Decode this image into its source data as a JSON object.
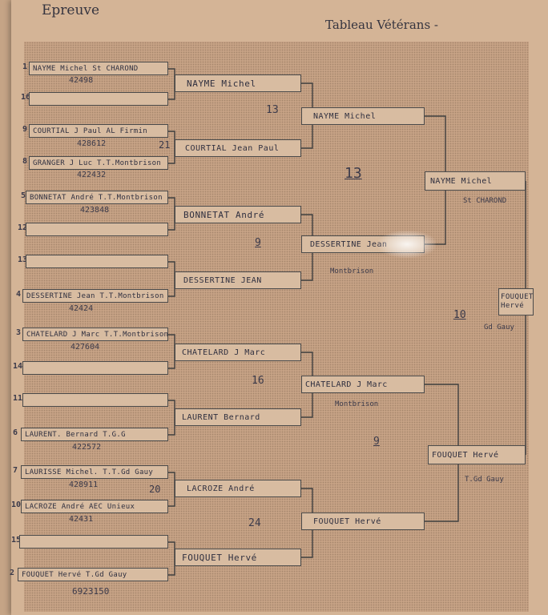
{
  "header": {
    "epreuve": "Epreuve",
    "tableau": "Tableau Vétérans -"
  },
  "round1": [
    {
      "seed": "1",
      "name": "NAYME Michel  St CHAROND",
      "licence": "42498"
    },
    {
      "seed": "16",
      "name": "",
      "licence": ""
    },
    {
      "seed": "9",
      "name": "COURTIAL J Paul AL Firmin",
      "licence": "428612"
    },
    {
      "seed": "8",
      "name": "GRANGER J Luc T.T.Montbrison",
      "licence": "422432"
    },
    {
      "seed": "5",
      "name": "BONNETAT André T.T.Montbrison",
      "licence": "423848"
    },
    {
      "seed": "12",
      "name": "",
      "licence": ""
    },
    {
      "seed": "13",
      "name": "",
      "licence": ""
    },
    {
      "seed": "4",
      "name": "DESSERTINE Jean T.T.Montbrison",
      "licence": "42424"
    },
    {
      "seed": "3",
      "name": "CHATELARD J Marc T.T.Montbrison",
      "licence": "427604"
    },
    {
      "seed": "14",
      "name": "",
      "licence": ""
    },
    {
      "seed": "11",
      "name": "",
      "licence": ""
    },
    {
      "seed": "6",
      "name": "LAURENT. Bernard T.G.G",
      "licence": "422572"
    },
    {
      "seed": "7",
      "name": "LAURISSE Michel. T.T.Gd Gauy",
      "licence": "428911"
    },
    {
      "seed": "10",
      "name": "LACROZE André AEC Unieux",
      "licence": "42431"
    },
    {
      "seed": "15",
      "name": "",
      "licence": ""
    },
    {
      "seed": "2",
      "name": "FOUQUET Hervé T.Gd Gauy",
      "licence": "6923150"
    }
  ],
  "round2": [
    "NAYME Michel",
    "COURTIAL Jean Paul",
    "BONNETAT André",
    "DESSERTINE JEAN",
    "CHATELARD J Marc",
    "LAURENT Bernard",
    "LACROZE André",
    "FOUQUET Hervé"
  ],
  "round3": [
    "NAYME Michel",
    "DESSERTINE Jean",
    "CHATELARD J Marc",
    "FOUQUET Hervé"
  ],
  "semis": [
    "NAYME Michel",
    "FOUQUET Hervé"
  ],
  "final": "FOUQUET Hervé",
  "clubs": {
    "semi_top": "St CHAROND",
    "semi_bottom": "T.Gd Gauy",
    "r3_dessertine": "Montbrison",
    "r3_chatelard": "Montbrison",
    "final": "Gd Gauy"
  },
  "scores": {
    "r1_courtial": "21",
    "r1_lacroze": "20",
    "r2_nayme": "13",
    "r2_dessertine": "9",
    "r2_chatelard": "16",
    "r2_fouquet": "24",
    "r3_nayme": "13",
    "r3_fouquet": "9",
    "final": "10"
  }
}
